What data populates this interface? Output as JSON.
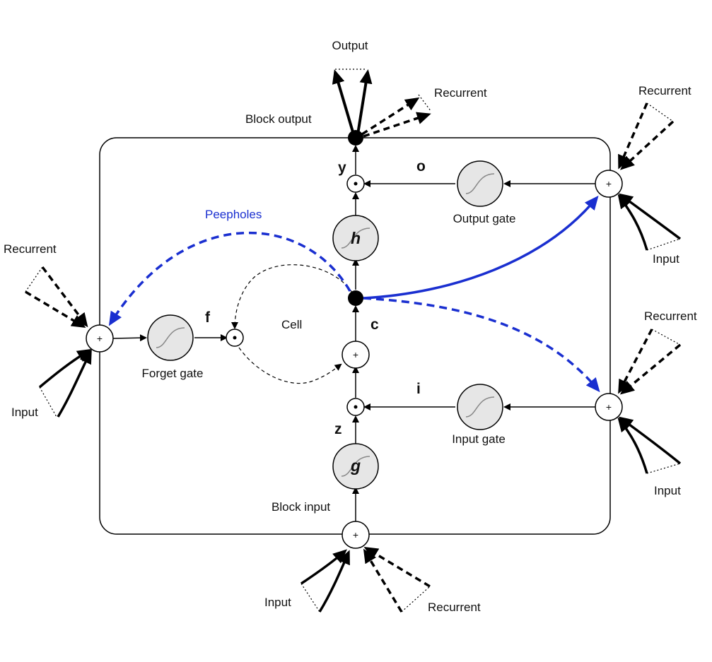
{
  "labels": {
    "output": "Output",
    "block_output": "Block output",
    "block_input": "Block input",
    "peepholes": "Peepholes",
    "cell": "Cell",
    "forget_gate": "Forget gate",
    "output_gate": "Output gate",
    "input_gate": "Input gate",
    "recurrent_top": "Recurrent",
    "recurrent_top_right": "Recurrent",
    "recurrent_left": "Recurrent",
    "recurrent_mid_right": "Recurrent",
    "recurrent_bottom": "Recurrent",
    "input_left": "Input",
    "input_top_right": "Input",
    "input_bottom_right": "Input",
    "input_bottom": "Input"
  },
  "variables": {
    "y": "y",
    "o": "o",
    "f": "f",
    "c": "c",
    "i": "i",
    "z": "z"
  },
  "activations": {
    "h": "h",
    "g": "g"
  },
  "operators": {
    "sum": "+"
  },
  "colors": {
    "peephole": "#1a2fd0",
    "line": "#000000",
    "node_fill": "#e6e6e6"
  }
}
